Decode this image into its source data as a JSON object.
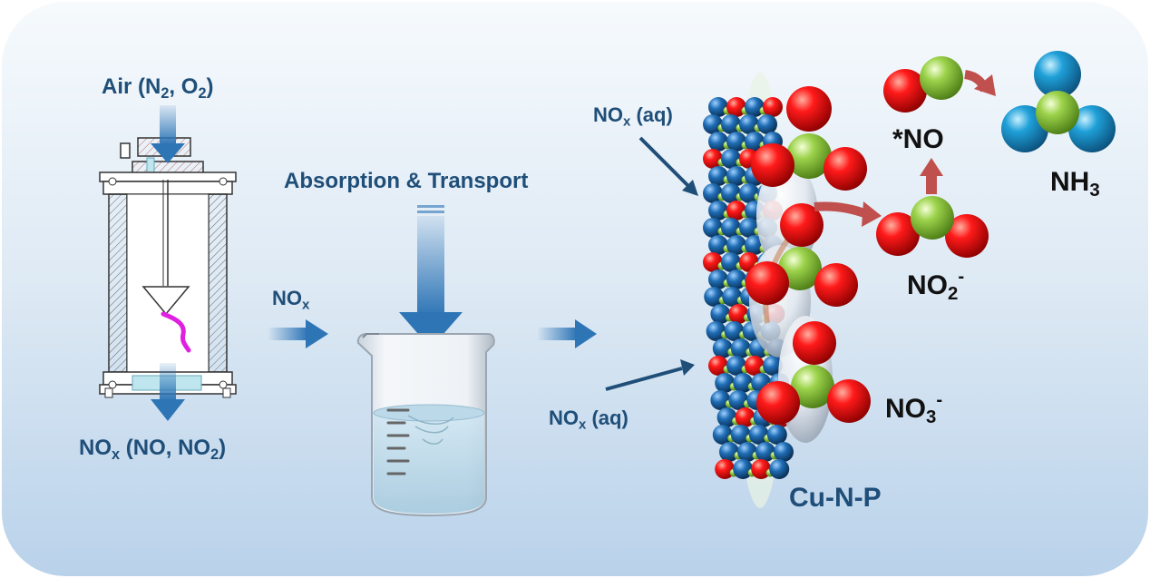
{
  "labels": {
    "air": {
      "text": "Air (N",
      "sub1": "2",
      "mid": ", O",
      "sub2": "2",
      "end": ")"
    },
    "nox_out": {
      "text": "NO",
      "sub1": "x",
      "rest": " (NO, NO",
      "sub2": "2",
      "end": ")"
    },
    "nox_mid": {
      "text": "NO",
      "sub": "x"
    },
    "absorption": "Absorption & Transport",
    "nox_aq_top": {
      "text": "NO",
      "sub": "x",
      "rest": " (aq)"
    },
    "nox_aq_bottom": {
      "text": "NO",
      "sub": "x",
      "rest": " (aq)"
    },
    "no_star": "*NO",
    "nh3": {
      "text": "NH",
      "sub": "3"
    },
    "no2": {
      "text": "NO",
      "sub": "2",
      "sup": "-"
    },
    "no3": {
      "text": "NO",
      "sub": "3",
      "sup": "-"
    },
    "catalyst": "Cu-N-P"
  },
  "colors": {
    "text_blue": "#1f4e79",
    "arrow_blue": "#2e75b6",
    "reaction_arrow": "#c0504d",
    "oxygen": "#e01010",
    "nitrogen": "#8cc63f",
    "hydrogen": "#1fa0d8",
    "plasma_wire": "#e020e0"
  }
}
